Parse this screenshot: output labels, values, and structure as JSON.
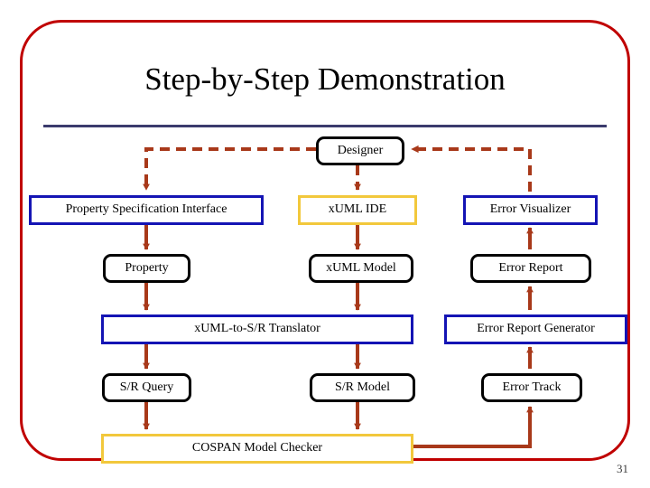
{
  "slide": {
    "title": "Step-by-Step Demonstration",
    "page_number": "31",
    "colors": {
      "frame_red": "#C00000",
      "divider_navy": "#3b3b6d",
      "arrow_brick": "#A8391A",
      "tool_blue": "#1414B4",
      "tool_yellow": "#F2C83C",
      "artifact_black": "#000000",
      "background": "#ffffff"
    }
  },
  "diagram": {
    "type": "flow-diagram",
    "nodes": [
      {
        "id": "designer",
        "label": "Designer",
        "style": "artifact",
        "row": 0,
        "column": "center"
      },
      {
        "id": "property_spec_iface",
        "label": "Property Specification Interface",
        "style": "tool-blue",
        "row": 1,
        "column": "left"
      },
      {
        "id": "xuml_ide",
        "label": "xUML IDE",
        "style": "tool-yellow",
        "row": 1,
        "column": "center"
      },
      {
        "id": "error_visualizer",
        "label": "Error Visualizer",
        "style": "tool-blue",
        "row": 1,
        "column": "right"
      },
      {
        "id": "property",
        "label": "Property",
        "style": "artifact",
        "row": 2,
        "column": "left"
      },
      {
        "id": "xuml_model",
        "label": "xUML Model",
        "style": "artifact",
        "row": 2,
        "column": "center"
      },
      {
        "id": "error_report",
        "label": "Error Report",
        "style": "artifact",
        "row": 2,
        "column": "right"
      },
      {
        "id": "xuml_to_sr",
        "label": "xUML-to-S/R Translator",
        "style": "tool-blue",
        "row": 3,
        "column": "left-center"
      },
      {
        "id": "error_report_gen",
        "label": "Error Report Generator",
        "style": "tool-blue",
        "row": 3,
        "column": "right"
      },
      {
        "id": "sr_query",
        "label": "S/R Query",
        "style": "artifact",
        "row": 4,
        "column": "left"
      },
      {
        "id": "sr_model",
        "label": "S/R Model",
        "style": "artifact",
        "row": 4,
        "column": "center"
      },
      {
        "id": "error_track",
        "label": "Error Track",
        "style": "artifact",
        "row": 4,
        "column": "right"
      },
      {
        "id": "cospan",
        "label": "COSPAN Model Checker",
        "style": "tool-yellow",
        "row": 5,
        "column": "left-center"
      }
    ],
    "edges": [
      {
        "from": "designer",
        "to": "property_spec_iface",
        "line": "dashed"
      },
      {
        "from": "designer",
        "to": "xuml_ide",
        "line": "dashed"
      },
      {
        "from": "error_visualizer",
        "to": "designer",
        "line": "dashed"
      },
      {
        "from": "property_spec_iface",
        "to": "property",
        "line": "solid"
      },
      {
        "from": "xuml_ide",
        "to": "xuml_model",
        "line": "solid"
      },
      {
        "from": "error_report",
        "to": "error_visualizer",
        "line": "solid"
      },
      {
        "from": "property",
        "to": "xuml_to_sr",
        "line": "solid"
      },
      {
        "from": "xuml_model",
        "to": "xuml_to_sr",
        "line": "solid"
      },
      {
        "from": "error_report_gen",
        "to": "error_report",
        "line": "solid"
      },
      {
        "from": "xuml_to_sr",
        "to": "sr_query",
        "line": "solid"
      },
      {
        "from": "xuml_to_sr",
        "to": "sr_model",
        "line": "solid"
      },
      {
        "from": "error_track",
        "to": "error_report_gen",
        "line": "solid"
      },
      {
        "from": "sr_query",
        "to": "cospan",
        "line": "solid"
      },
      {
        "from": "sr_model",
        "to": "cospan",
        "line": "solid"
      },
      {
        "from": "cospan",
        "to": "error_track",
        "line": "solid"
      }
    ]
  }
}
